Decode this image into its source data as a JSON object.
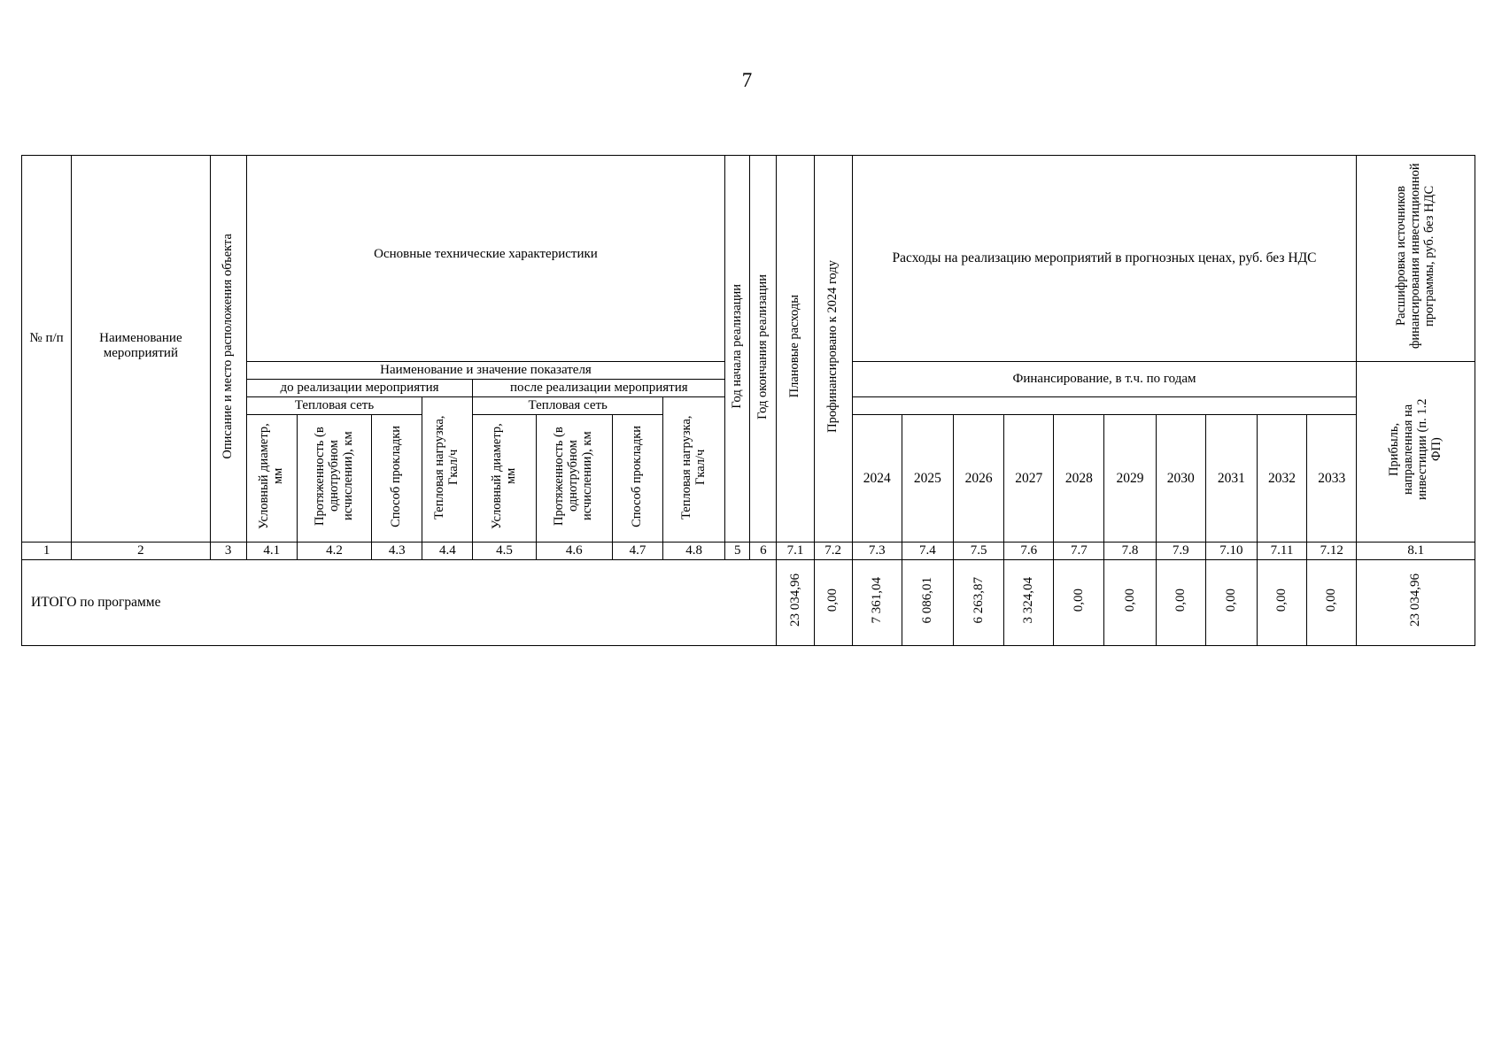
{
  "page_number": "7",
  "headers": {
    "num": "№ п/п",
    "name": "Наименование мероприятий",
    "description": "Описание и место расположения объекта",
    "tech": "Основные технические характеристики",
    "indicator": "Наименование и значение показателя",
    "before": "до реализации мероприятия",
    "after": "после реализации мероприятия",
    "heat_network_before": "Тепловая сеть",
    "heat_network_after": "Тепловая сеть",
    "diameter": "Условный диаметр, мм",
    "length": "Протяженность (в однотрубном исчислении), км",
    "laying": "Способ прокладки",
    "load": "Тепловая нагрузка, Гкал/ч",
    "year_start": "Год начала реализации",
    "year_end": "Год окончания реализации",
    "planned": "Плановые расходы",
    "prefinanced": "Профинансировано к 2024 году",
    "expenses": "Расходы на реализацию мероприятий в прогнозных ценах, руб. без НДС",
    "financing": "Финансирование, в т.ч. по годам",
    "sources": "Расшифровка источников финансирования инвестиционной программы, руб. без НДС",
    "profit": "Прибыль, направленная на инвестиции (п. 1.2 ФП)"
  },
  "years": [
    "2024",
    "2025",
    "2026",
    "2027",
    "2028",
    "2029",
    "2030",
    "2031",
    "2032",
    "2033"
  ],
  "column_numbers": [
    "1",
    "2",
    "3",
    "4.1",
    "4.2",
    "4.3",
    "4.4",
    "4.5",
    "4.6",
    "4.7",
    "4.8",
    "5",
    "6",
    "7.1",
    "7.2",
    "7.3",
    "7.4",
    "7.5",
    "7.6",
    "7.7",
    "7.8",
    "7.9",
    "7.10",
    "7.11",
    "7.12",
    "8.1"
  ],
  "total": {
    "label": "ИТОГО по программе",
    "planned": "23 034,96",
    "prefinanced": "0,00",
    "by_year": [
      "7 361,04",
      "6 086,01",
      "6 263,87",
      "3 324,04",
      "0,00",
      "0,00",
      "0,00",
      "0,00",
      "0,00",
      "0,00"
    ],
    "profit": "23 034,96"
  }
}
